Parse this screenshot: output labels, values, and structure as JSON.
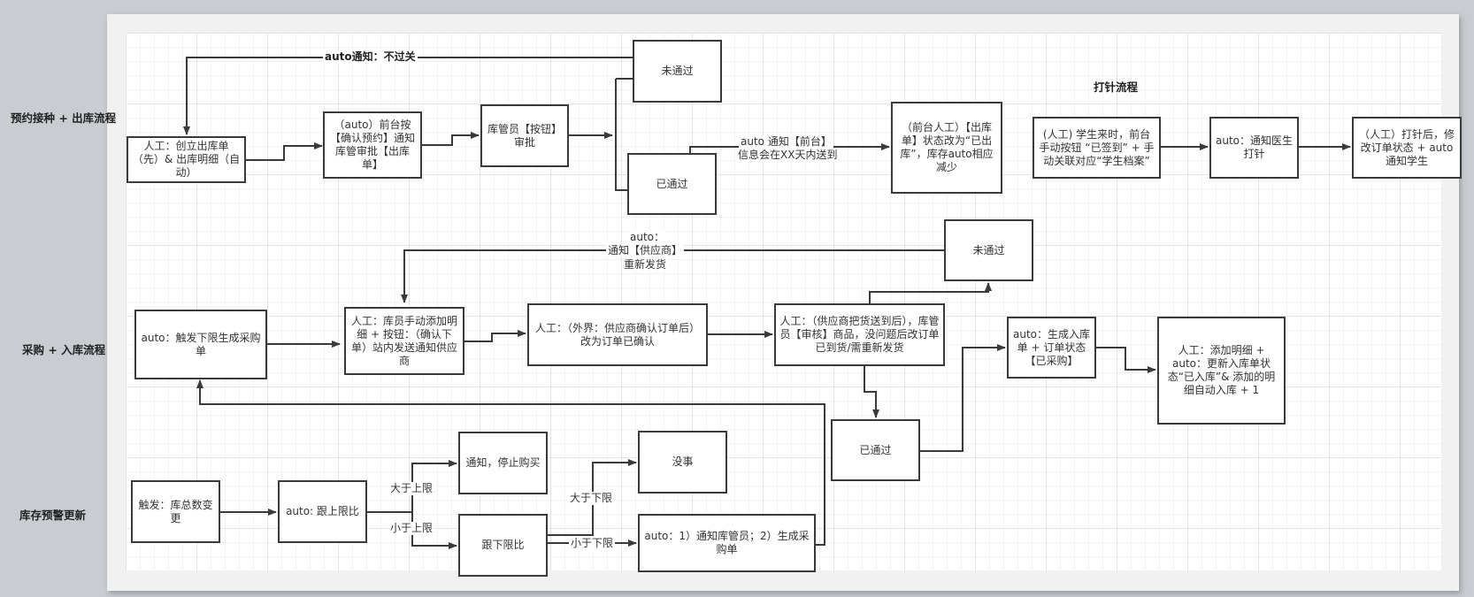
{
  "lanes": [
    {
      "label": "预约接种 + 出库流程"
    },
    {
      "label": "采购 + 入库流程"
    },
    {
      "label": "库存预警更新"
    }
  ],
  "section_titles": {
    "injection": "打针流程"
  },
  "nodes": {
    "create_outbound": "人工：创立出库单（先）& 出库明细（自动）",
    "front_confirm": "（auto）前台按【确认预约】通知库管审批【出库单】",
    "keeper_approve": "库管员【按钮】审批",
    "top_rejected": "未通过",
    "top_passed": "已通过",
    "front_status": "（前台人工）【出库单】状态改为“已出库”，库存auto相应减少",
    "student_checkin": "(人工) 学生来时，前台手动按钮 “已签到” + 手动关联对应“学生档案”",
    "notify_doctor": "auto：通知医生打针",
    "after_injection": "（人工）打针后，修改订单状态 + auto 通知学生",
    "auto_purchase": "auto：触发下限生成采购单",
    "add_details": "人工：库员手动添加明细 + 按钮：（确认下单）站内发送通知供应商",
    "supplier_confirm": "人工：（外界：供应商确认订单后）改为订单已确认",
    "keeper_review": "人工：（供应商把货送到后），库管员【审核】商品，没问题后改订单已到货/需重新发货",
    "mid_rejected": "未通过",
    "mid_passed": "已通过",
    "gen_inbound": "auto：生成入库单 + 订单状态【已采购】",
    "inbound_done": "人工：添加明细 + auto：更新入库单状态“已入库”& 添加的明细自动入库 + 1",
    "stock_change": "触发：库总数变更",
    "compare_upper": "auto: 跟上限比",
    "stop_purchase": "通知，停止购买",
    "compare_lower": "跟下限比",
    "no_issue": "没事",
    "notify_and_purchase": "auto：1）通知库管员；2）生成采购单"
  },
  "edge_labels": {
    "fail_notify": "auto通知：不过关",
    "notify_front_1": "auto 通知【前台】",
    "notify_front_2": "信息会在XX天内送到",
    "resend_1": "auto：",
    "resend_2": "通知【供应商】",
    "resend_3": "重新发货",
    "above_upper": "大于上限",
    "below_upper": "小于上限",
    "above_lower": "大于下限",
    "below_lower": "小于下限"
  },
  "colors": {
    "stroke": "#3a3a3a",
    "node_fill": "#ffffff",
    "canvas_bg": "#f1f1f1",
    "outer_bg": "#c9ccd1"
  }
}
